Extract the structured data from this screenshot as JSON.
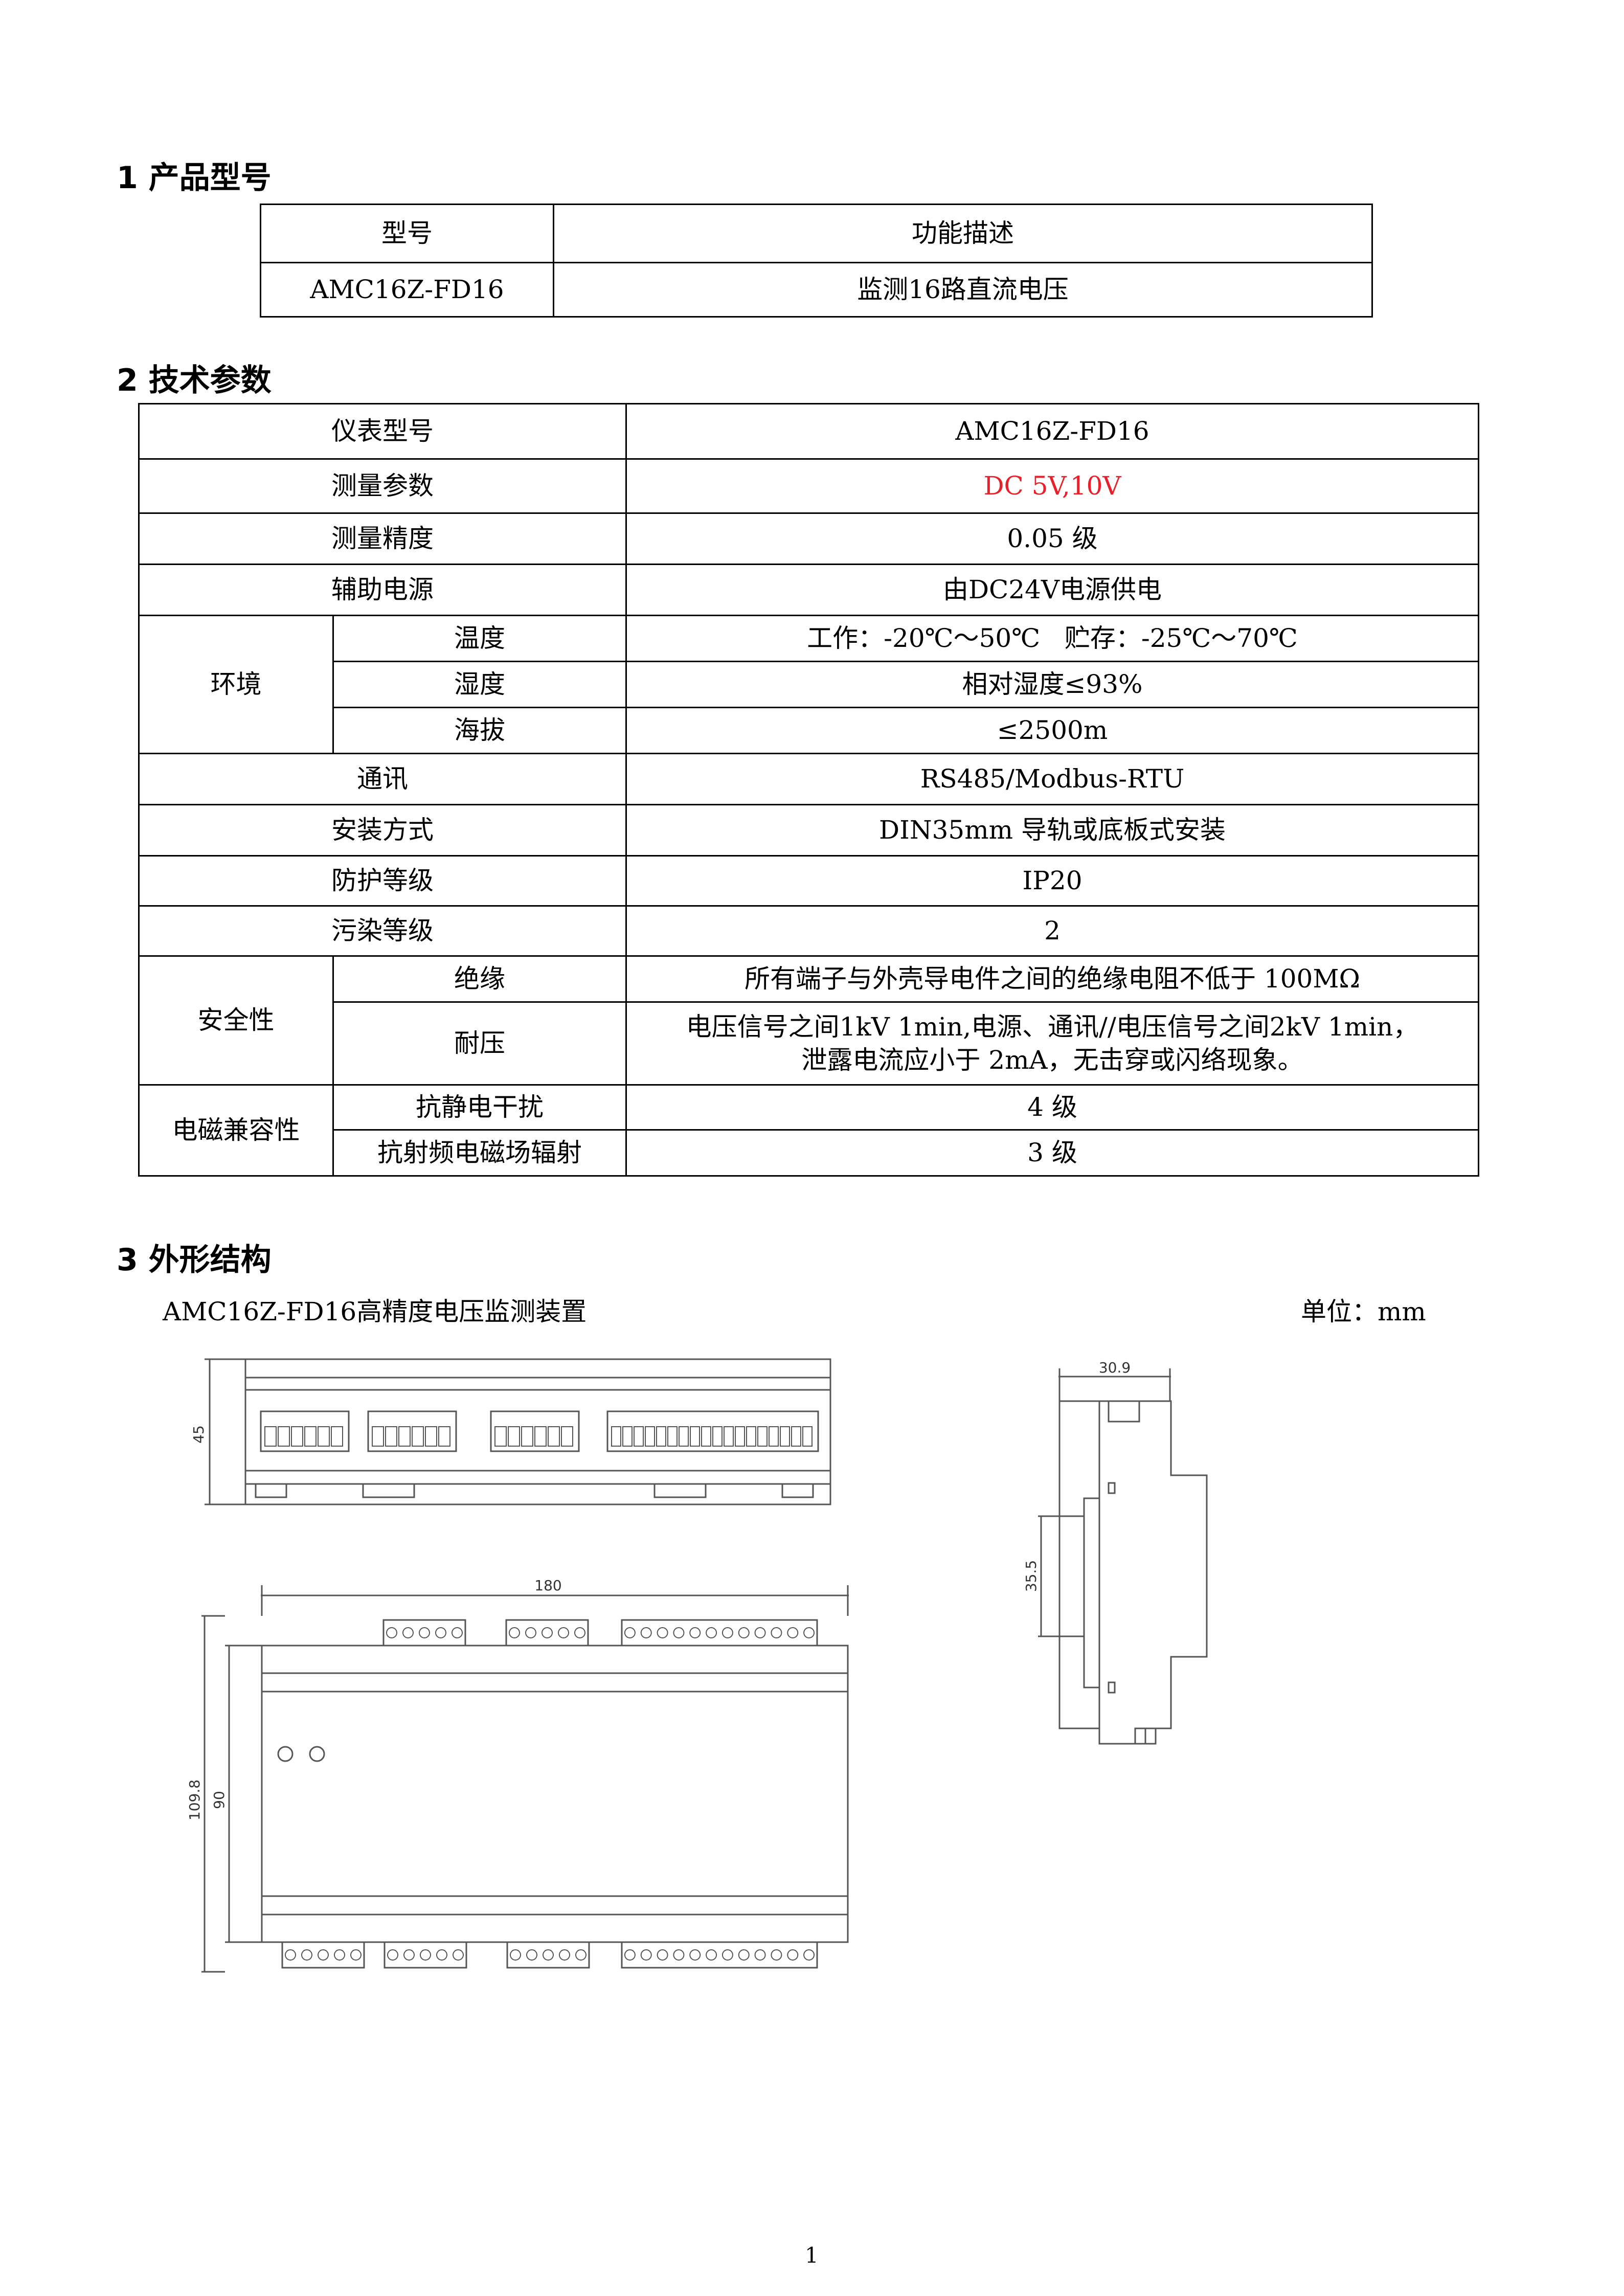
{
  "section1": {
    "heading": "1 产品型号",
    "header": {
      "model": "型号",
      "desc": "功能描述"
    },
    "row": {
      "model": "AMC16Z-FD16",
      "desc": "监测16路直流电压"
    }
  },
  "section2": {
    "heading": "2 技术参数",
    "instrument_model": {
      "label": "仪表型号",
      "value": "AMC16Z-FD16"
    },
    "measure_param": {
      "label": "测量参数",
      "value": "DC 5V,10V"
    },
    "accuracy": {
      "label": "测量精度",
      "value": "0.05 级"
    },
    "aux_power": {
      "label": "辅助电源",
      "value": "由DC24V电源供电"
    },
    "environment": {
      "label": "环境",
      "temperature": {
        "label": "温度",
        "value": "工作：-20℃～50℃   贮存：-25℃～70℃"
      },
      "humidity": {
        "label": "湿度",
        "value": "相对湿度≤93%"
      },
      "altitude": {
        "label": "海拔",
        "value": "≤2500m"
      }
    },
    "comm": {
      "label": "通讯",
      "value": "RS485/Modbus-RTU"
    },
    "install": {
      "label": "安装方式",
      "value": "DIN35mm 导轨或底板式安装"
    },
    "protection": {
      "label": "防护等级",
      "value": "IP20"
    },
    "pollution": {
      "label": "污染等级",
      "value": "2"
    },
    "safety": {
      "label": "安全性",
      "insulation": {
        "label": "绝缘",
        "value": "所有端子与外壳导电件之间的绝缘电阻不低于 100MΩ"
      },
      "withstand": {
        "label": "耐压",
        "line1": "电压信号之间1kV 1min,电源、通讯//电压信号之间2kV 1min，",
        "line2": "泄露电流应小于 2mA，无击穿或闪络现象。"
      }
    },
    "emc": {
      "label": "电磁兼容性",
      "esd": {
        "label": "抗静电干扰",
        "value": "4 级"
      },
      "rf": {
        "label": "抗射频电磁场辐射",
        "value": "3 级"
      }
    }
  },
  "section3": {
    "heading": "3 外形结构",
    "caption": "AMC16Z-FD16高精度电压监测装置",
    "unit": "单位：mm",
    "dimensions": {
      "top_height": "45",
      "front_width": "180",
      "front_height_outer": "109.8",
      "front_height_inner": "90",
      "side_depth": "30.9",
      "side_rail": "35.5"
    }
  },
  "page_number": "1"
}
